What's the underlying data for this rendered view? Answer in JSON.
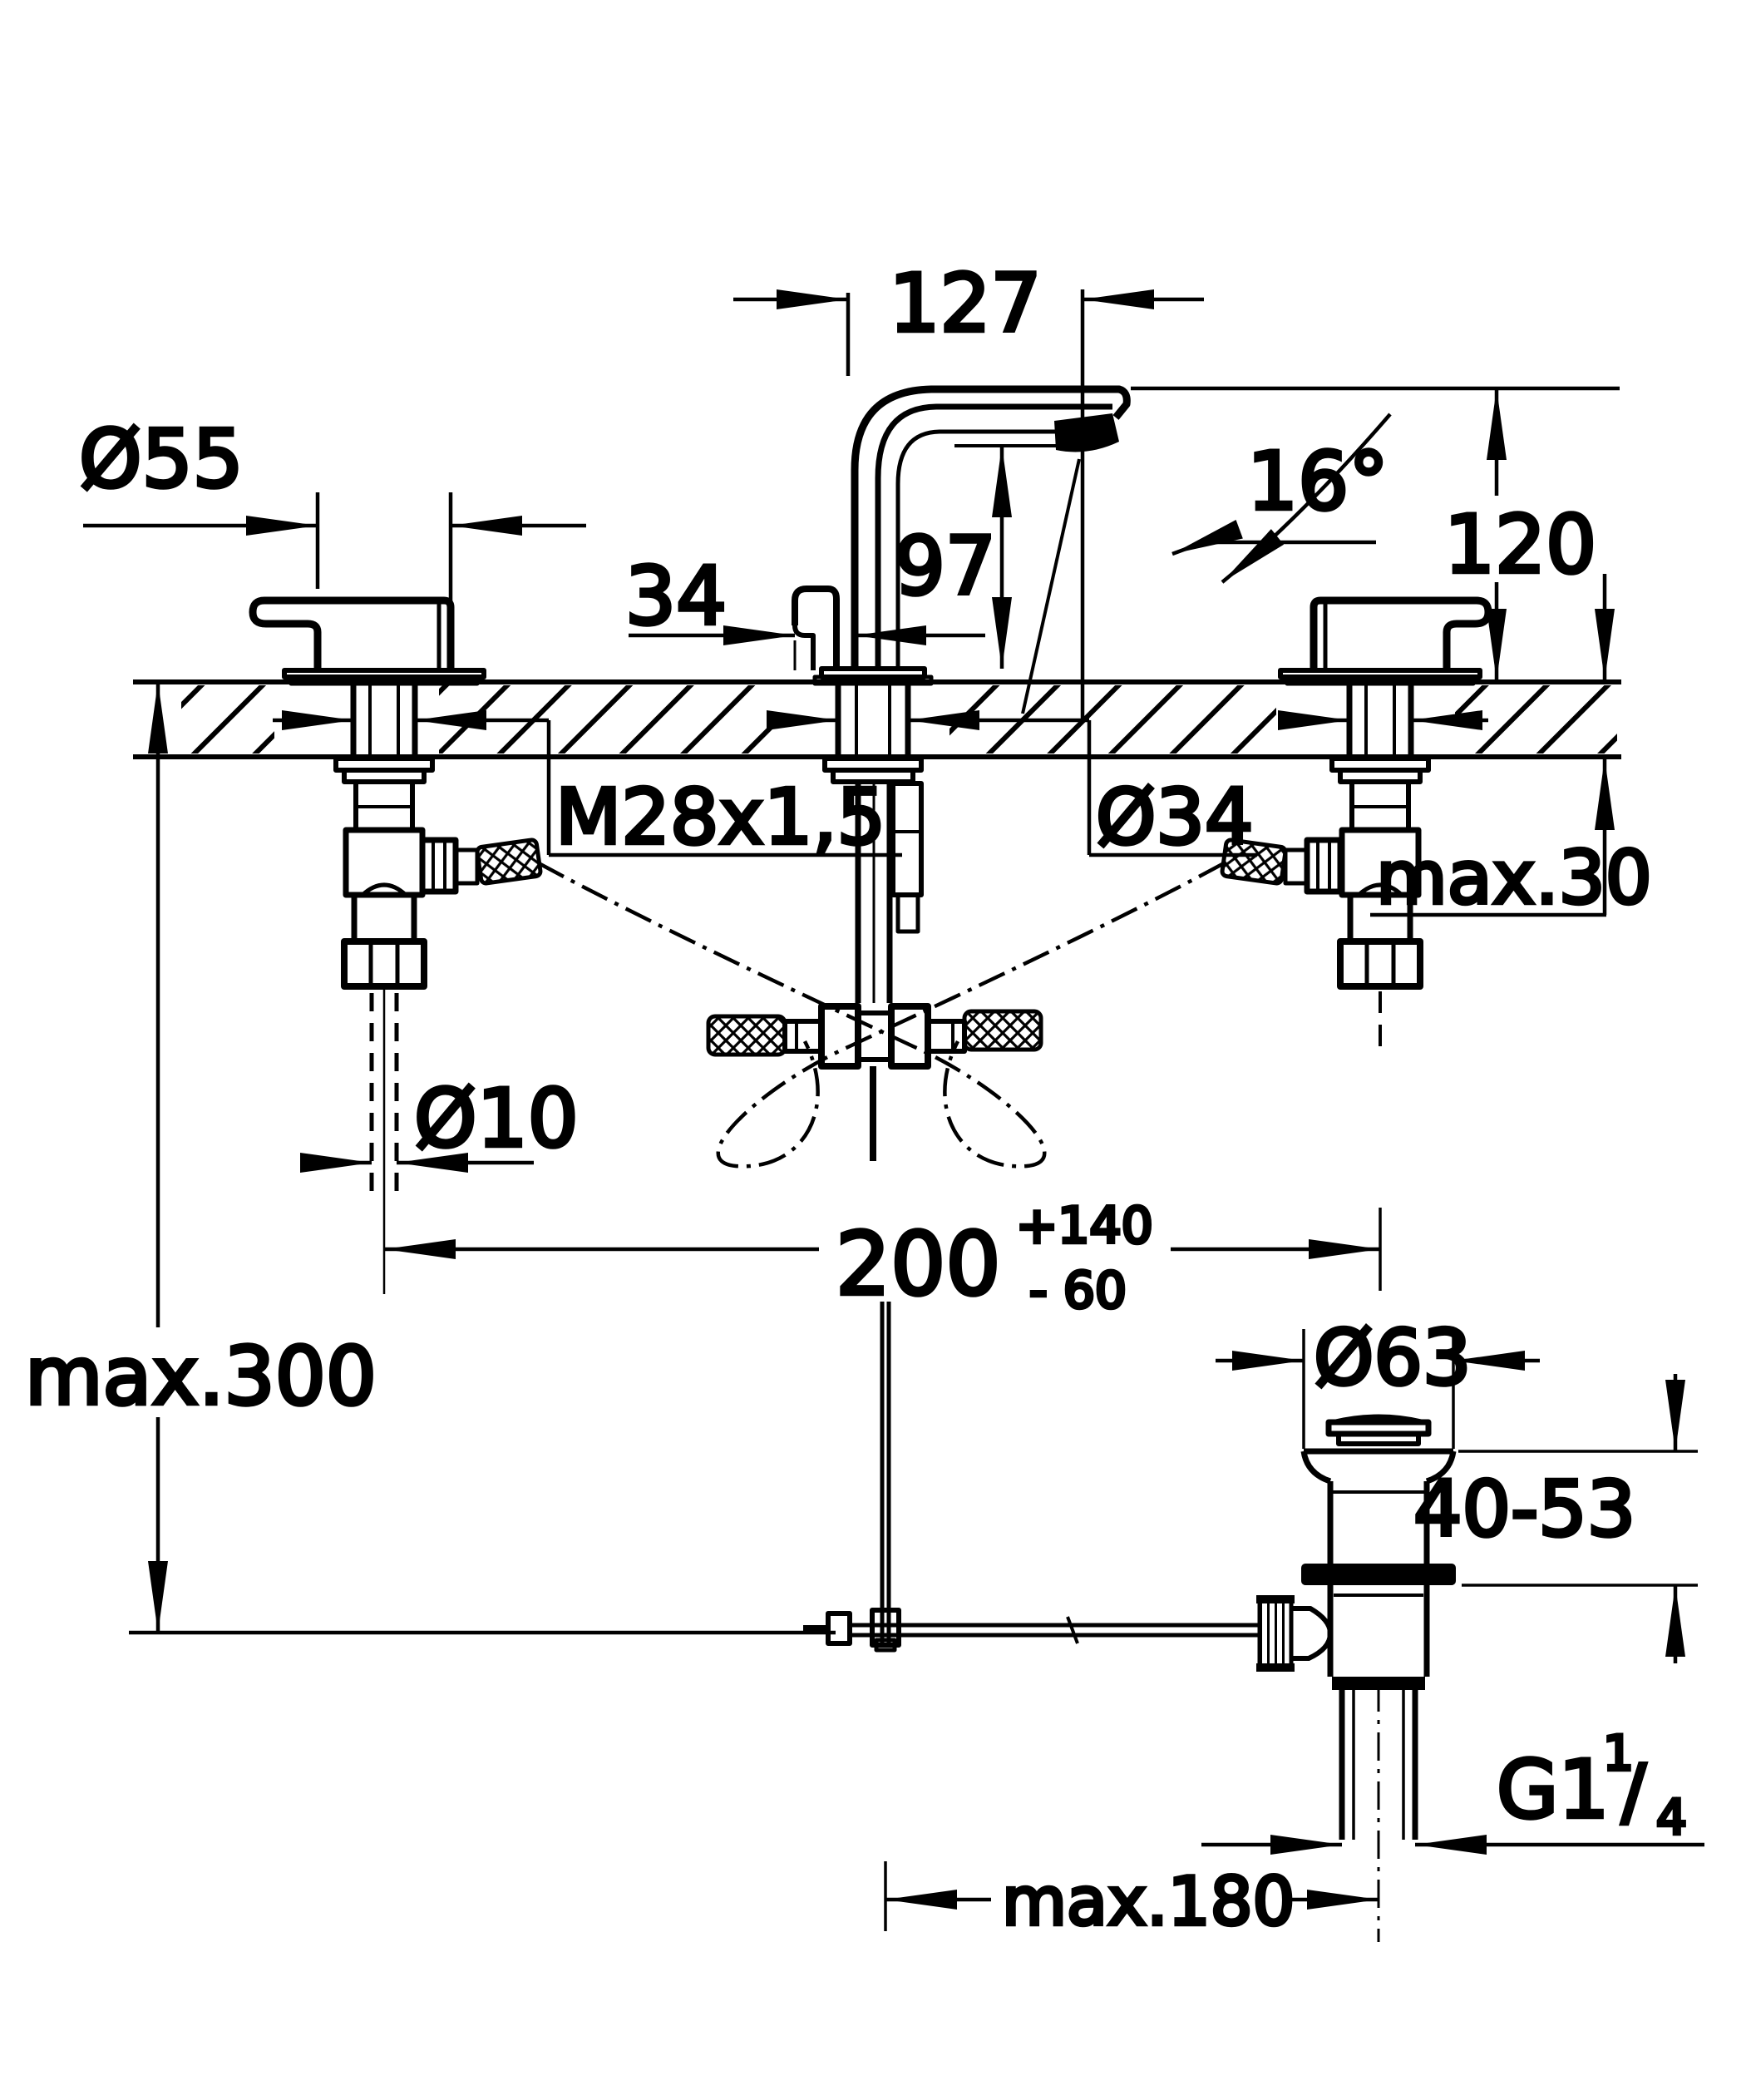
{
  "drawing": {
    "type": "technical-dimension-drawing",
    "subject": "three-hole basin mixer with pop-up waste, installation dimensions"
  },
  "labels": {
    "spout_reach": "127",
    "handle_dia": "Ø55",
    "lever_offset": "34",
    "outlet_height": "97",
    "spray_angle": "16°",
    "spout_top_height": "120",
    "shank_thread": "M28x1,5",
    "deck_hole": "Ø34",
    "deck_max": "max.30",
    "pipe_dia": "Ø10",
    "hole_distance": "200",
    "hole_distance_plus": "+140",
    "hole_distance_minus": "- 60",
    "depth_max": "max.300",
    "waste_dia": "Ø63",
    "clamp_range": "40-53",
    "waste_thread_base": "G1",
    "waste_thread_num": "1",
    "waste_thread_slash": "/",
    "waste_thread_den": "4",
    "rod_reach": "max.180"
  },
  "colors": {
    "line": "#000000",
    "background": "#ffffff"
  }
}
